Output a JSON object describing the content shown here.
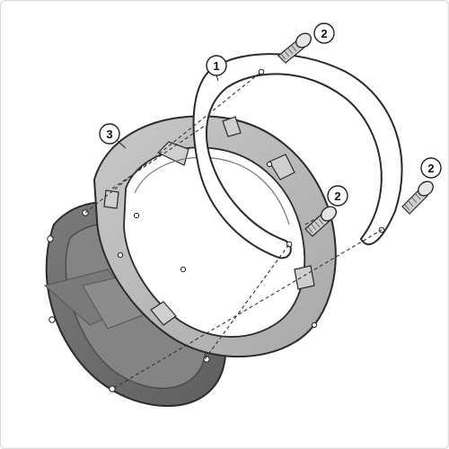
{
  "callouts": [
    {
      "id": "part-1",
      "label": "1"
    },
    {
      "id": "part-2a",
      "label": "2"
    },
    {
      "id": "part-2b",
      "label": "2"
    },
    {
      "id": "part-2c",
      "label": "2"
    },
    {
      "id": "part-3",
      "label": "3"
    }
  ],
  "colors": {
    "outline": "#2a2a2a",
    "plate_fill": "#6e6e6e",
    "plate_inner": "#808080",
    "flange_fill": "#b9b9b9",
    "ring_fill": "#ffffff",
    "screw_fill": "#cfcfcf",
    "frame_border": "#d6d6d6"
  }
}
